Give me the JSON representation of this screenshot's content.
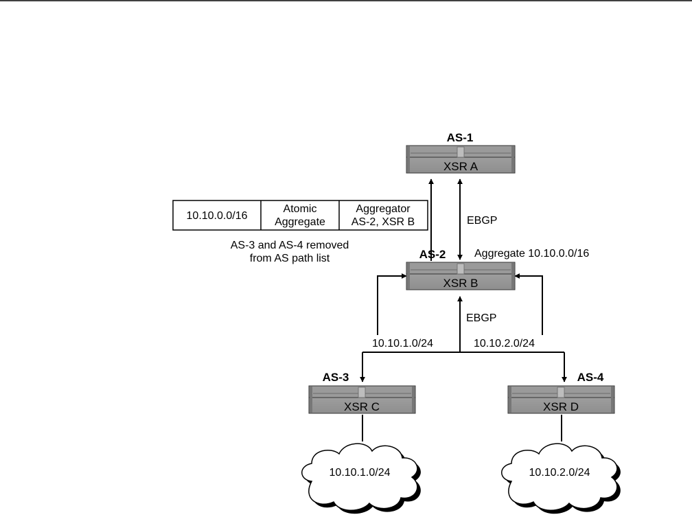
{
  "routers": [
    {
      "as_label": "AS-1",
      "name": "XSR A"
    },
    {
      "as_label": "AS-2",
      "name": "XSR B"
    },
    {
      "as_label": "AS-3",
      "name": "XSR C"
    },
    {
      "as_label": "AS-4",
      "name": "XSR D"
    }
  ],
  "links": {
    "ebgp_top": "EBGP",
    "ebgp_bottom": "EBGP",
    "aggregate_note": "Aggregate 10.10.0.0/16",
    "route_left": "10.10.1.0/24",
    "route_right": "10.10.2.0/24"
  },
  "clouds": [
    {
      "network": "10.10.1.0/24"
    },
    {
      "network": "10.10.2.0/24"
    }
  ],
  "update_table": {
    "prefix": "10.10.0.0/16",
    "atomic_line1": "Atomic",
    "atomic_line2": "Aggregate",
    "aggregator_line1": "Aggregator",
    "aggregator_line2": "AS-2, XSR B"
  },
  "note": {
    "line1": "AS-3 and AS-4 removed",
    "line2": "from AS path list"
  }
}
